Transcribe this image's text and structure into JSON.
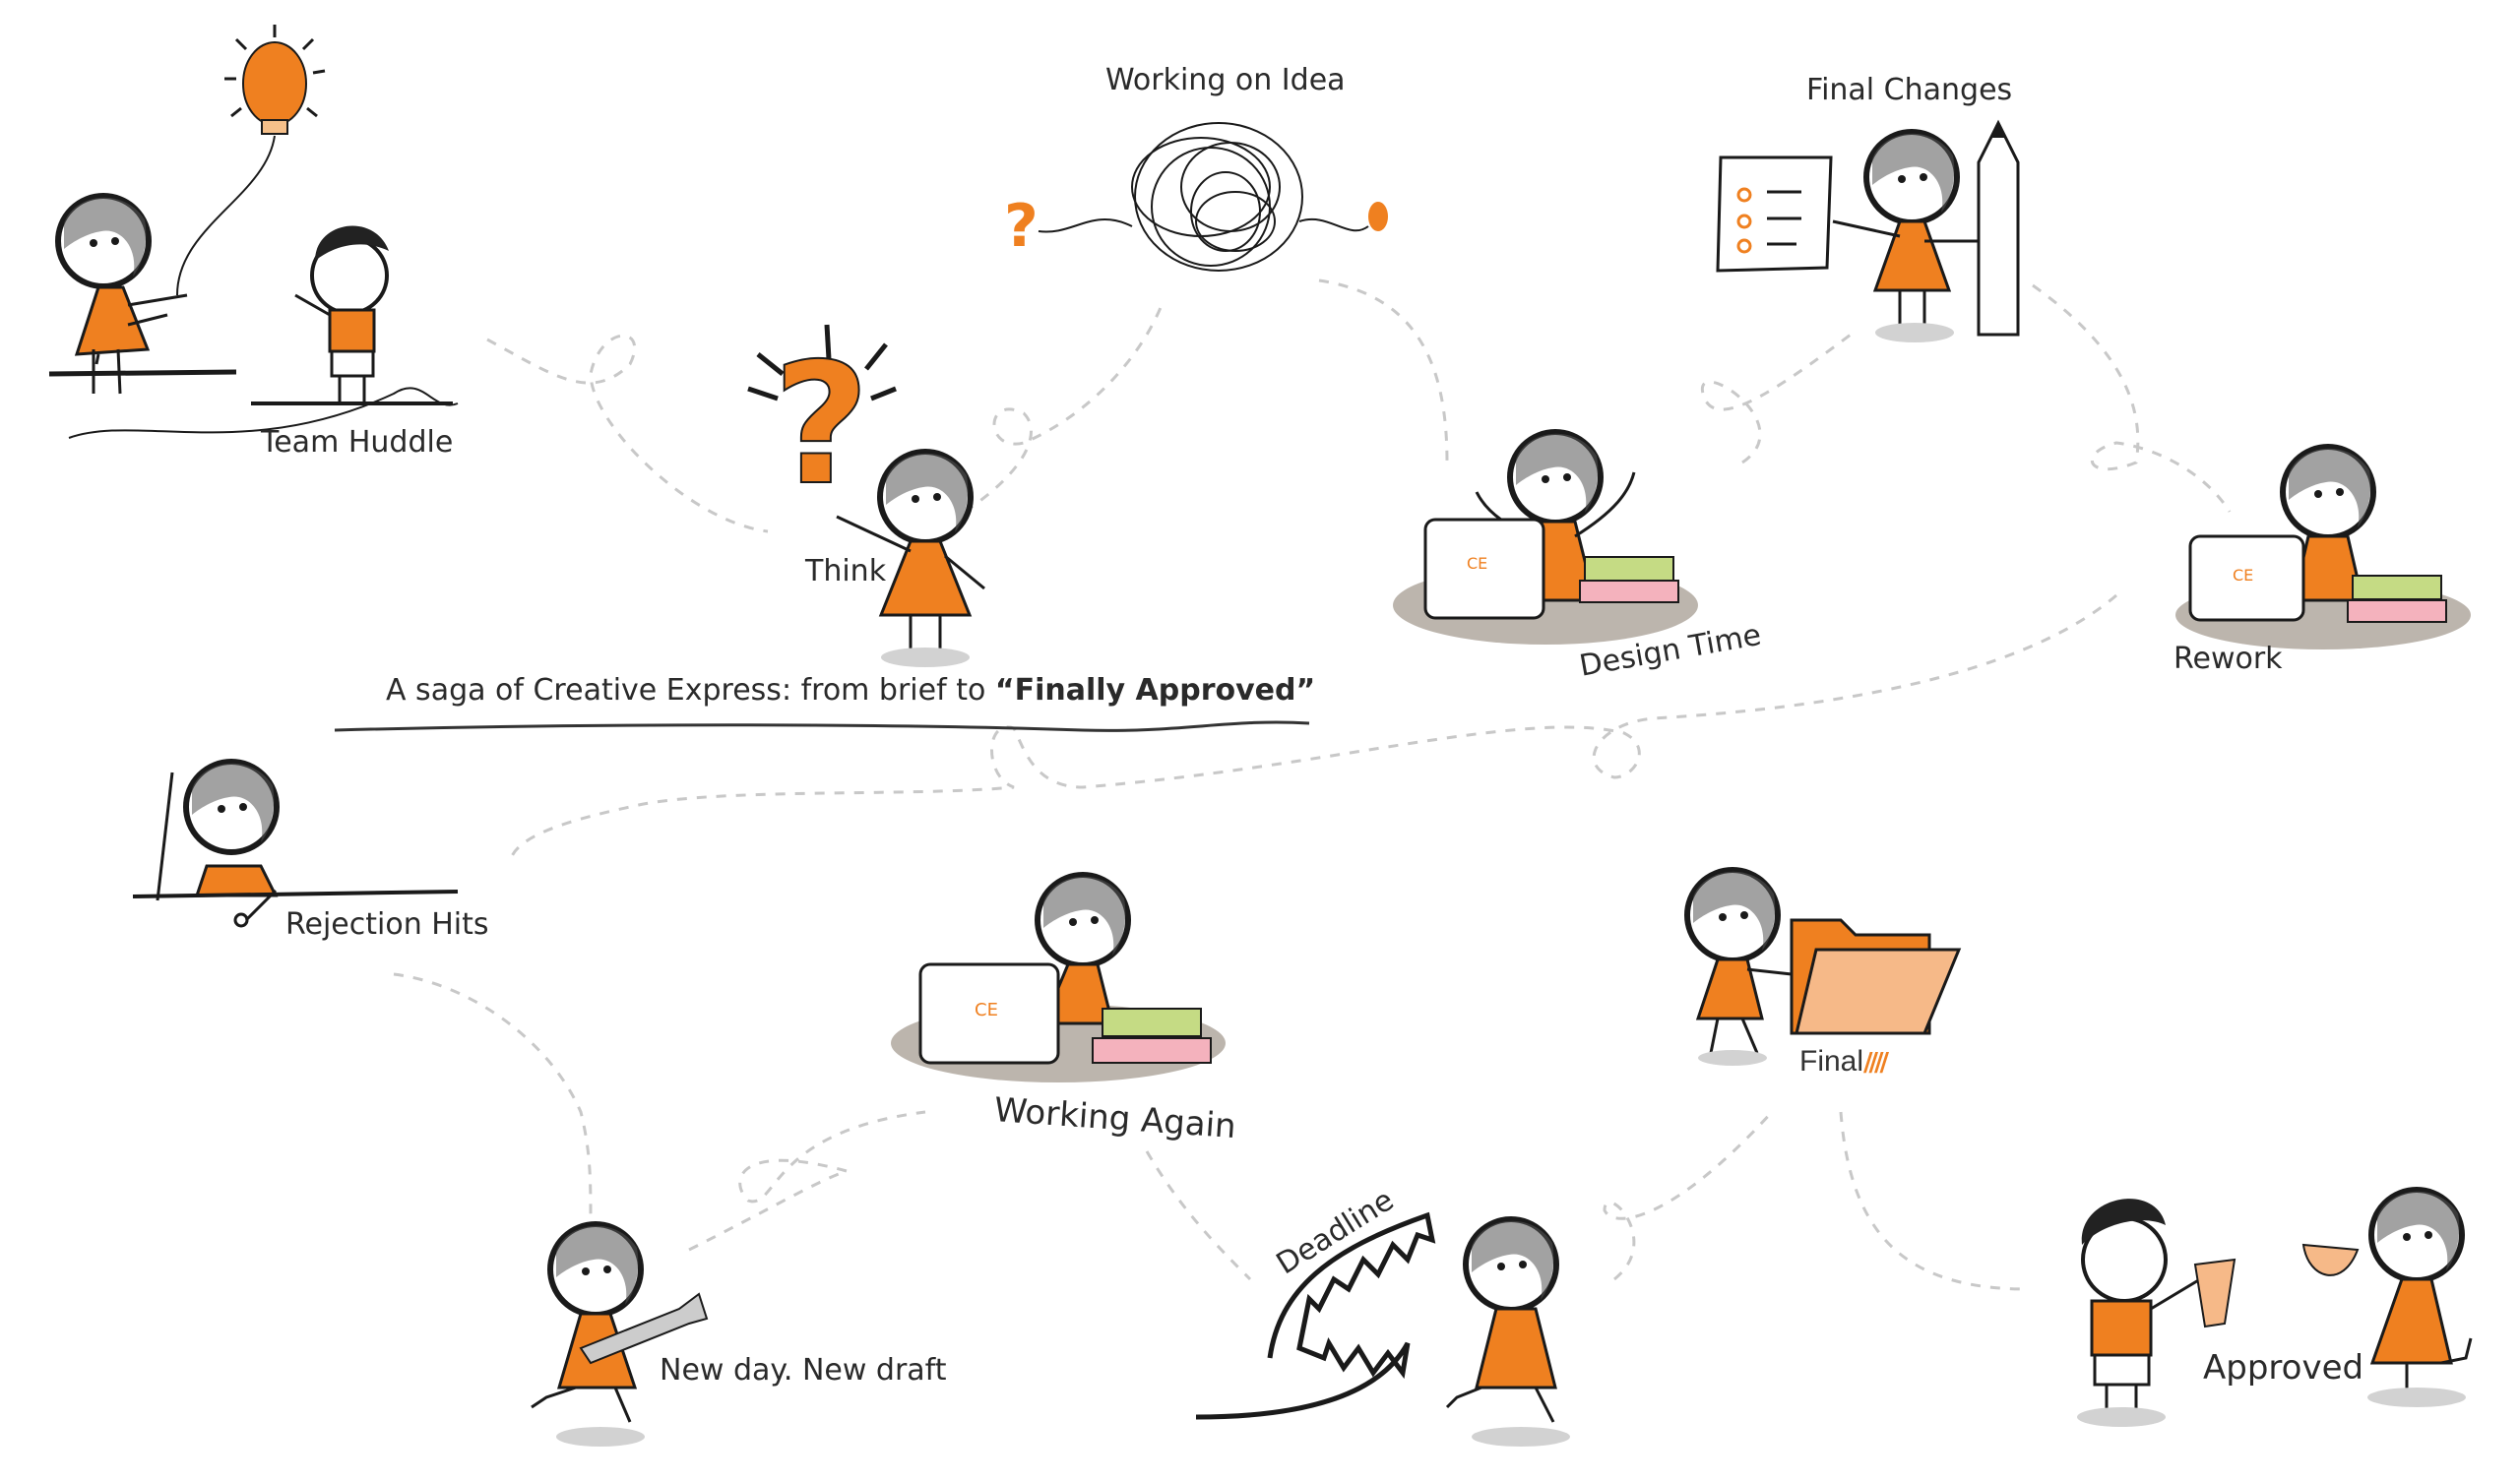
{
  "title": {
    "prefix": "A saga of Creative Express: from brief to ",
    "highlight": "“Finally Approved”"
  },
  "colors": {
    "accent_orange": "#ef8020",
    "ink": "#1a1a1a",
    "path_dash": "#c8c8c8",
    "desk_gray": "#bcb5ad",
    "book_green": "#c5db84",
    "book_pink": "#f4b2bd",
    "shadow_gray": "#d2d2d2"
  },
  "scenes": [
    {
      "id": "team-huddle",
      "label": "Team Huddle"
    },
    {
      "id": "think",
      "label": "Think"
    },
    {
      "id": "working-on-idea",
      "label": "Working on Idea"
    },
    {
      "id": "design-time",
      "label": "Design Time"
    },
    {
      "id": "final-changes",
      "label": "Final Changes"
    },
    {
      "id": "rework",
      "label": "Rework"
    },
    {
      "id": "rejection-hits",
      "label": "Rejection Hits"
    },
    {
      "id": "working-again",
      "label": "Working Again"
    },
    {
      "id": "final",
      "label": "Final",
      "suffix": "////"
    },
    {
      "id": "new-day",
      "label": "New day. New draft"
    },
    {
      "id": "deadline",
      "label": "Deadline"
    },
    {
      "id": "approved",
      "label": "Approved"
    }
  ],
  "laptop_logo": "CE",
  "document_logo": "CE"
}
